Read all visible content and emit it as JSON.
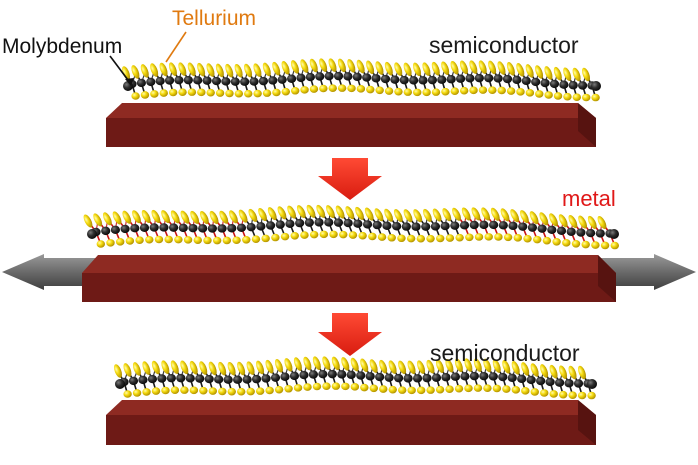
{
  "labels": {
    "molybdenum": "Molybdenum",
    "tellurium": "Tellurium",
    "semiconductor_top": "semiconductor",
    "metal": "metal",
    "semiconductor_bottom": "semiconductor"
  },
  "colors": {
    "substrate_top": "#8e2a22",
    "substrate_front": "#6e1a16",
    "substrate_side": "#571310",
    "tellurium_atom": "#f2d400",
    "molybdenum_atom": "#2a2a2a",
    "metal_bond": "#c81414",
    "arrow_transition": "#ee2a1e",
    "strain_arrow": "#6e6e6e",
    "molybdenum_text": "#111111",
    "tellurium_text": "#e07a10",
    "semiconductor_text": "#1a1a1a",
    "metal_text": "#e01818"
  },
  "stages": [
    {
      "state": "semiconductor",
      "strained": false
    },
    {
      "state": "metal",
      "strained": true
    },
    {
      "state": "semiconductor",
      "strained": false
    }
  ]
}
